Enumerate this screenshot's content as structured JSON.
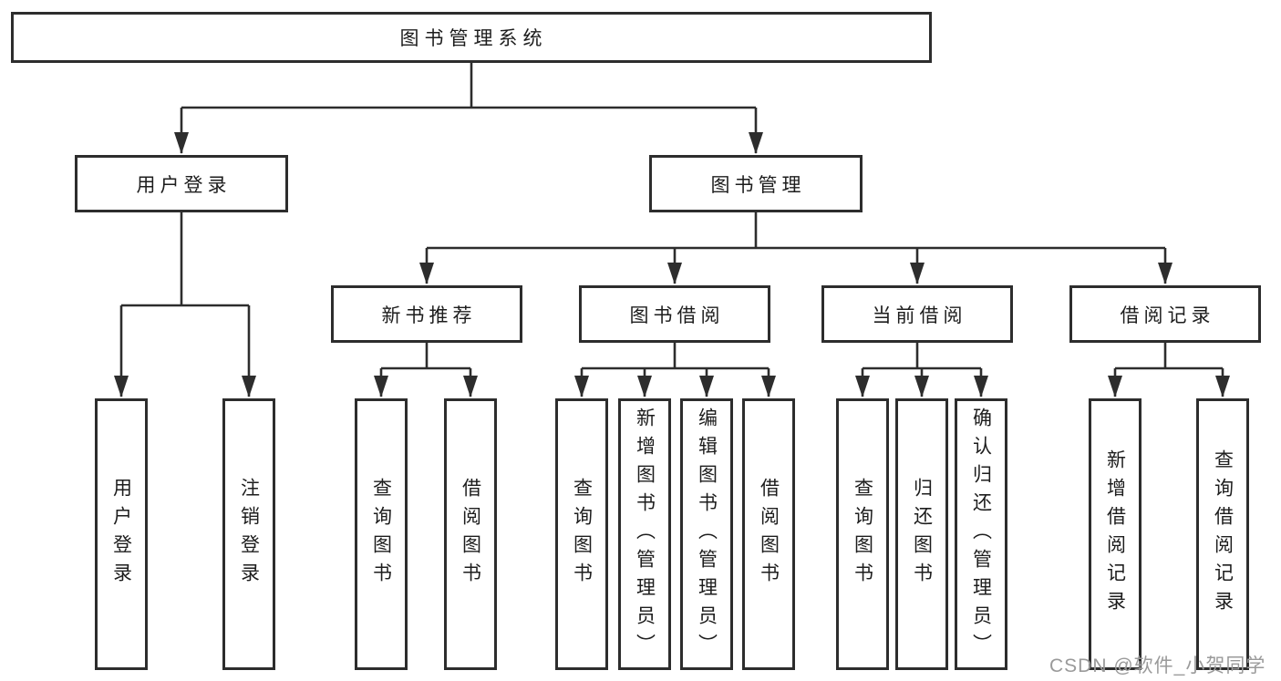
{
  "tree": {
    "label": "图书管理系统",
    "children": [
      {
        "label": "用户登录",
        "children": [
          {
            "label": "用户登录"
          },
          {
            "label": "注销登录"
          }
        ]
      },
      {
        "label": "图书管理",
        "children": [
          {
            "label": "新书推荐",
            "children": [
              {
                "label": "查询图书"
              },
              {
                "label": "借阅图书"
              }
            ]
          },
          {
            "label": "图书借阅",
            "children": [
              {
                "label": "查询图书"
              },
              {
                "label": "新增图书（管理员）"
              },
              {
                "label": "编辑图书（管理员）"
              },
              {
                "label": "借阅图书"
              }
            ]
          },
          {
            "label": "当前借阅",
            "children": [
              {
                "label": "查询图书"
              },
              {
                "label": "归还图书"
              },
              {
                "label": "确认归还（管理员）"
              }
            ]
          },
          {
            "label": "借阅记录",
            "children": [
              {
                "label": "新增借阅记录"
              },
              {
                "label": "查询借阅记录"
              }
            ]
          }
        ]
      }
    ]
  },
  "watermark": "CSDN @软件_小贺同学",
  "colors": {
    "line": "#2d2d2d",
    "box_border": "#2d2d2d",
    "text": "#1d1d1d",
    "watermark": "#9a9a9a",
    "background": "#ffffff"
  }
}
